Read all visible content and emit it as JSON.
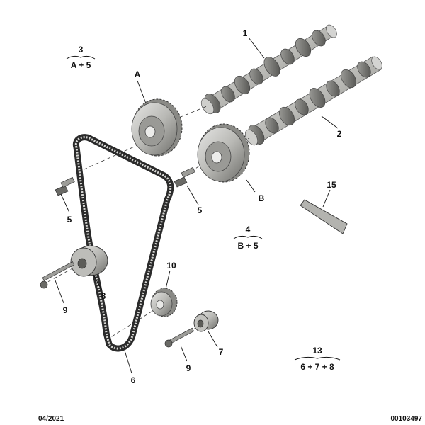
{
  "callouts": {
    "c1": "1",
    "c2": "2",
    "c3": "3",
    "c4": "4",
    "c5a": "5",
    "c5b": "5",
    "c6": "6",
    "c7": "7",
    "c8": "8",
    "c9a": "9",
    "c9b": "9",
    "c10": "10",
    "c13": "13",
    "c15": "15",
    "labelA": "A",
    "labelB": "B"
  },
  "kits": {
    "k3": "A + 5",
    "k4": "B + 5",
    "k13": "6 + 7 + 8"
  },
  "footer": {
    "date": "04/2021",
    "code": "00103497"
  }
}
